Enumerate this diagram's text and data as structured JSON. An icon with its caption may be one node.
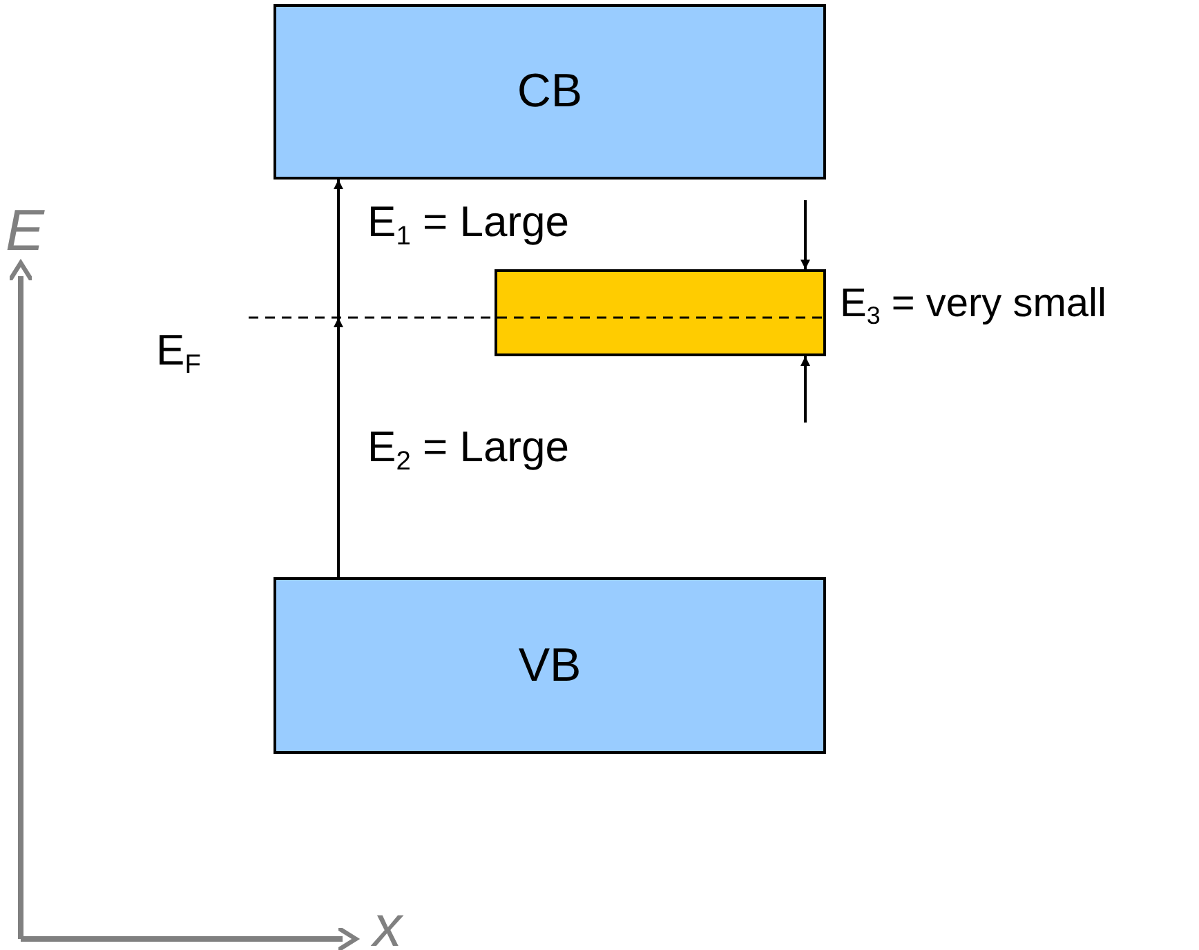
{
  "diagram": {
    "nodes": [
      {
        "text": [
          "CB"
        ]
      },
      {
        "text": [],
        "shape": "bar"
      },
      {
        "text": [
          "VB"
        ]
      }
    ],
    "edges": [
      {
        "from": null,
        "to": 0,
        "arrow": "to"
      },
      {
        "from": 2,
        "to": null,
        "arrow": "to"
      }
    ],
    "labels": [
      "E$_{1}$ = Large",
      "E",
      "E$_{3}$ = very small",
      "E$_{F}$",
      "E$_{2}$ = Large",
      "x"
    ]
  }
}
